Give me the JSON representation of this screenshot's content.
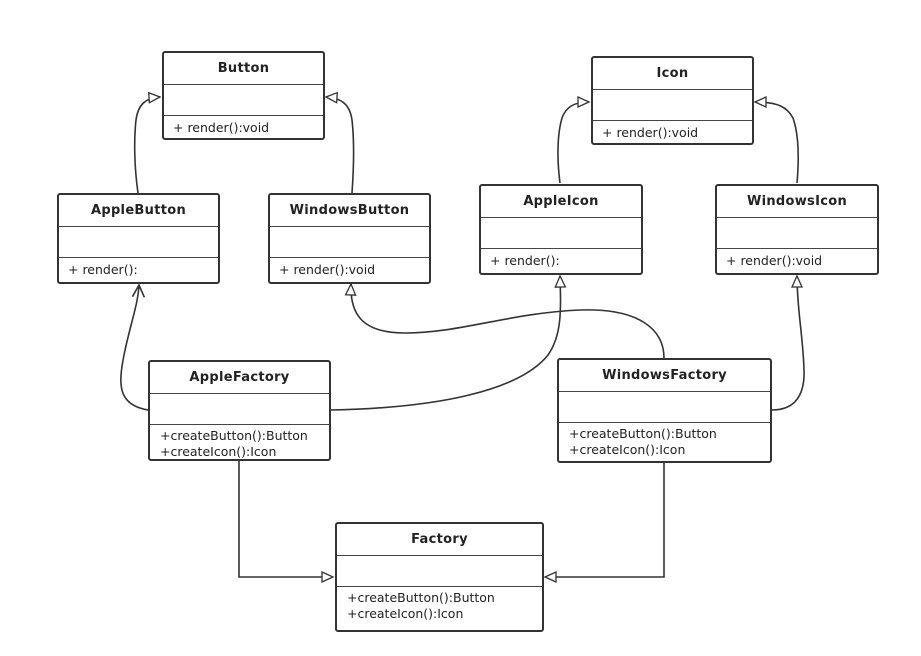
{
  "classes": {
    "button": {
      "name": "Button",
      "ops": [
        "+ render():void"
      ]
    },
    "icon": {
      "name": "Icon",
      "ops": [
        "+ render():void"
      ]
    },
    "apple_button": {
      "name": "AppleButton",
      "ops": [
        "+ render():"
      ]
    },
    "windows_button": {
      "name": "WindowsButton",
      "ops": [
        "+ render():void"
      ]
    },
    "apple_icon": {
      "name": "AppleIcon",
      "ops": [
        "+ render():"
      ]
    },
    "windows_icon": {
      "name": "WindowsIcon",
      "ops": [
        "+ render():void"
      ]
    },
    "apple_factory": {
      "name": "AppleFactory",
      "ops": [
        "+createButton():Button",
        "+createIcon():Icon"
      ]
    },
    "windows_factory": {
      "name": "WindowsFactory",
      "ops": [
        "+createButton():Button",
        "+createIcon():Icon"
      ]
    },
    "factory": {
      "name": "Factory",
      "ops": [
        "+createButton():Button",
        "+createIcon():Icon"
      ]
    }
  },
  "colors": {
    "line": "#333333",
    "text": "#222222",
    "background": "#ffffff"
  }
}
